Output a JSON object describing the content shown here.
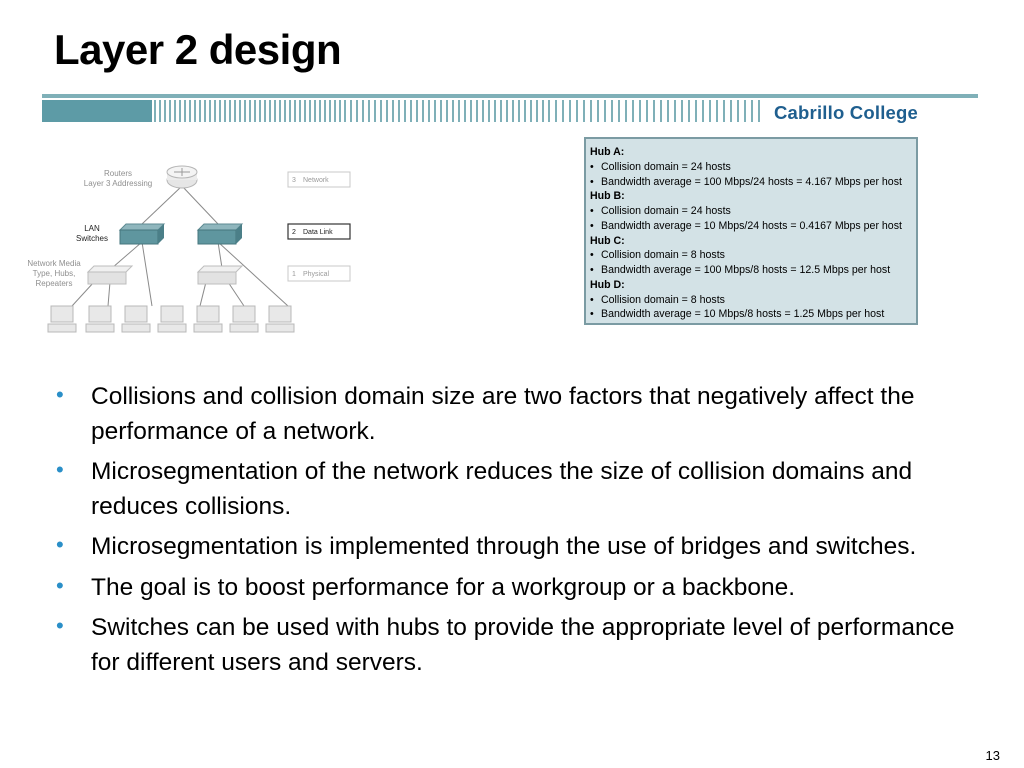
{
  "slide": {
    "title": "Layer 2 design",
    "banner_text": "Cabrillo College",
    "page_number": "13"
  },
  "diagram": {
    "left_labels": {
      "routers": [
        "Routers",
        "Layer 3 Addressing"
      ],
      "lan_switches": [
        "LAN",
        "Switches"
      ],
      "network_media": [
        "Network Media",
        "Type, Hubs,",
        "Repeaters"
      ]
    },
    "layers": [
      {
        "number": "3",
        "name": "Network",
        "active": false
      },
      {
        "number": "2",
        "name": "Data Link",
        "active": true
      },
      {
        "number": "1",
        "name": "Physical",
        "active": false
      }
    ]
  },
  "hub_panel": {
    "hubs": [
      {
        "title": "Hub A:",
        "lines": [
          "Collision domain = 24 hosts",
          "Bandwidth average = 100 Mbps/24 hosts = 4.167 Mbps per host"
        ]
      },
      {
        "title": "Hub B:",
        "lines": [
          "Collision domain = 24 hosts",
          "Bandwidth average = 10 Mbps/24 hosts = 0.4167 Mbps per host"
        ]
      },
      {
        "title": "Hub C:",
        "lines": [
          "Collision domain = 8 hosts",
          "Bandwidth average = 100 Mbps/8 hosts = 12.5 Mbps per host"
        ]
      },
      {
        "title": "Hub D:",
        "lines": [
          "Collision domain = 8 hosts",
          "Bandwidth average = 10 Mbps/8 hosts = 1.25 Mbps per host"
        ]
      }
    ]
  },
  "bullets": [
    "Collisions and collision domain size are two factors that negatively affect the performance of a network.",
    "Microsegmentation of the network reduces the size of collision domains and reduces collisions.",
    "Microsegmentation is implemented through the use of bridges and switches.",
    "The goal is to boost performance for a workgroup or a backbone.",
    "Switches can be used with hubs to provide the appropriate level of performance for different users and servers."
  ],
  "colors": {
    "banner_teal": "#5d9ba6",
    "college_text": "#1f5f8f",
    "bullet_dot": "#2a8fc8",
    "hub_panel_bg": "#d3e2e6",
    "active_layer_border": "#333333",
    "inactive_layer_text": "#9a9a9a"
  }
}
